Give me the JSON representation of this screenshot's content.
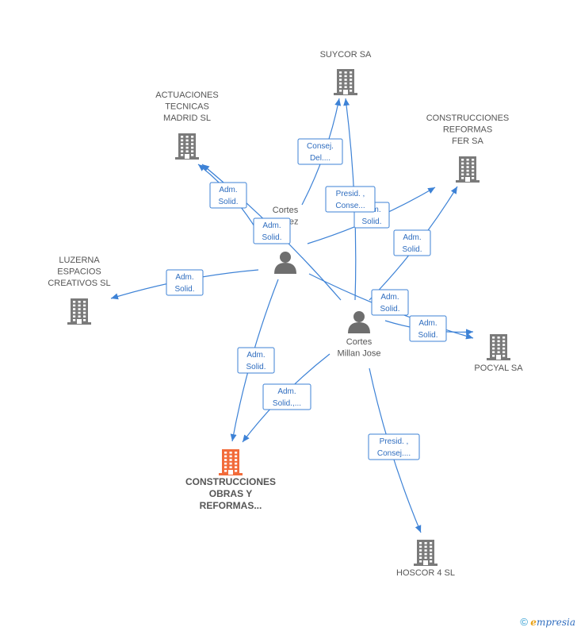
{
  "colors": {
    "edge": "#3d82d6",
    "building": "#7a7a7a",
    "main_building": "#f26b3a",
    "person": "#6e6e6e"
  },
  "nodes": [
    {
      "id": "suycor",
      "kind": "company",
      "icon": "building-icon",
      "label": [
        "SUYCOR SA"
      ]
    },
    {
      "id": "actuaciones",
      "kind": "company",
      "icon": "building-icon",
      "label": [
        "ACTUACIONES",
        "TECNICAS",
        "MADRID SL"
      ]
    },
    {
      "id": "fer",
      "kind": "company",
      "icon": "building-icon",
      "label": [
        "CONSTRUCCIONES",
        "REFORMAS",
        "FER SA"
      ]
    },
    {
      "id": "luzerna",
      "kind": "company",
      "icon": "building-icon",
      "label": [
        "LUZERNA",
        "ESPACIOS",
        "CREATIVOS SL"
      ]
    },
    {
      "id": "pocyal",
      "kind": "company",
      "icon": "building-icon",
      "label": [
        "POCYAL SA"
      ]
    },
    {
      "id": "obras",
      "kind": "main",
      "icon": "building-icon",
      "label": [
        "CONSTRUCCIONES",
        "OBRAS Y",
        "REFORMAS..."
      ]
    },
    {
      "id": "hoscor",
      "kind": "company",
      "icon": "building-icon",
      "label": [
        "HOSCOR 4 SL"
      ]
    },
    {
      "id": "p1",
      "kind": "person",
      "icon": "person-icon",
      "label": [
        "Cortes",
        "...ndez",
        "..."
      ]
    },
    {
      "id": "p2",
      "kind": "person",
      "icon": "person-icon",
      "label": [
        "Cortes",
        "Millan Jose"
      ]
    }
  ],
  "edges": [
    {
      "from": "p1",
      "to": "actuaciones",
      "label": [
        "Adm.",
        "Solid."
      ]
    },
    {
      "from": "p1",
      "to": "suycor",
      "label": [
        "Consej.",
        "Del...."
      ]
    },
    {
      "from": "p1",
      "to": "fer",
      "label": [
        "Adm.",
        "Solid."
      ]
    },
    {
      "from": "p1",
      "to": "luzerna",
      "label": [
        "Adm.",
        "Solid."
      ]
    },
    {
      "from": "p1",
      "to": "pocyal",
      "label": [
        "Adm.",
        "Solid."
      ]
    },
    {
      "from": "p1",
      "to": "obras",
      "label": [
        "Adm.",
        "Solid."
      ]
    },
    {
      "from": "p2",
      "to": "actuaciones",
      "label": [
        "Adm.",
        "Solid."
      ]
    },
    {
      "from": "p2",
      "to": "suycor",
      "label": [
        "Presid. ,",
        "Conse..."
      ]
    },
    {
      "from": "p2",
      "to": "fer",
      "label": [
        "Adm.",
        "Solid."
      ]
    },
    {
      "from": "p2",
      "to": "pocyal",
      "label": [
        "Adm.",
        "Solid."
      ]
    },
    {
      "from": "p2",
      "to": "obras",
      "label": [
        "Adm.",
        "Solid.,..."
      ]
    },
    {
      "from": "p2",
      "to": "hoscor",
      "label": [
        "Presid. ,",
        "Consej...."
      ]
    }
  ],
  "watermark": {
    "symbol": "©",
    "brand_initial": "e",
    "brand_rest": "mpresia"
  }
}
